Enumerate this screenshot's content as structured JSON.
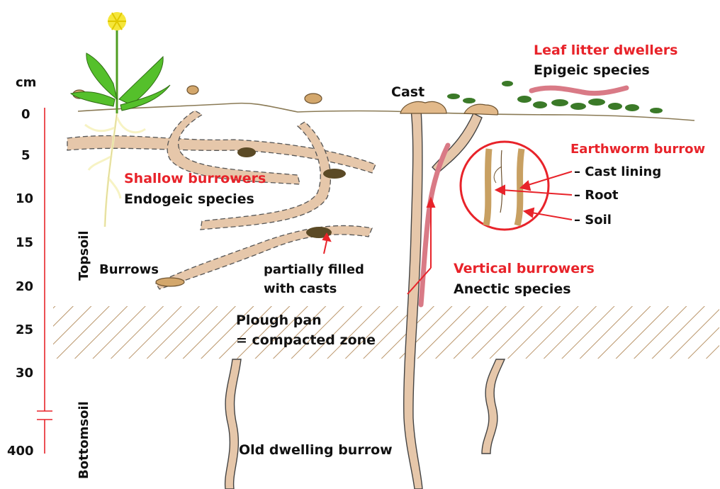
{
  "axis": {
    "unit": "cm",
    "ticks": [
      "0",
      "5",
      "10",
      "15",
      "20",
      "25",
      "30",
      "400"
    ],
    "topsoil_label": "Topsoil",
    "bottomsoil_label": "Bottomsoil"
  },
  "groups": {
    "leaf_litter": {
      "title": "Leaf litter dwellers",
      "subtitle": "Epigeic species"
    },
    "shallow": {
      "title": "Shallow burrowers",
      "subtitle": "Endogeic species"
    },
    "vertical": {
      "title": "Vertical burrowers",
      "subtitle": "Anectic species"
    }
  },
  "labels": {
    "cast": "Cast",
    "burrows": "Burrows",
    "partially_filled_1": "partially filled",
    "partially_filled_2": "with casts",
    "plough_pan_1": "Plough pan",
    "plough_pan_2": "= compacted zone",
    "old_burrow": "Old dwelling burrow"
  },
  "inset": {
    "title": "Earthworm burrow",
    "items": [
      "– Cast lining",
      "– Root",
      "– Soil"
    ]
  },
  "colors": {
    "accent_red": "#e8232a",
    "burrow_fill": "#e6c7aa",
    "cast_lining": "#c8a062",
    "leaf_green": "#55c02b",
    "litter_green": "#3b7a28",
    "worm_pink": "#d97a86",
    "cast_dark": "#5b4a26"
  }
}
